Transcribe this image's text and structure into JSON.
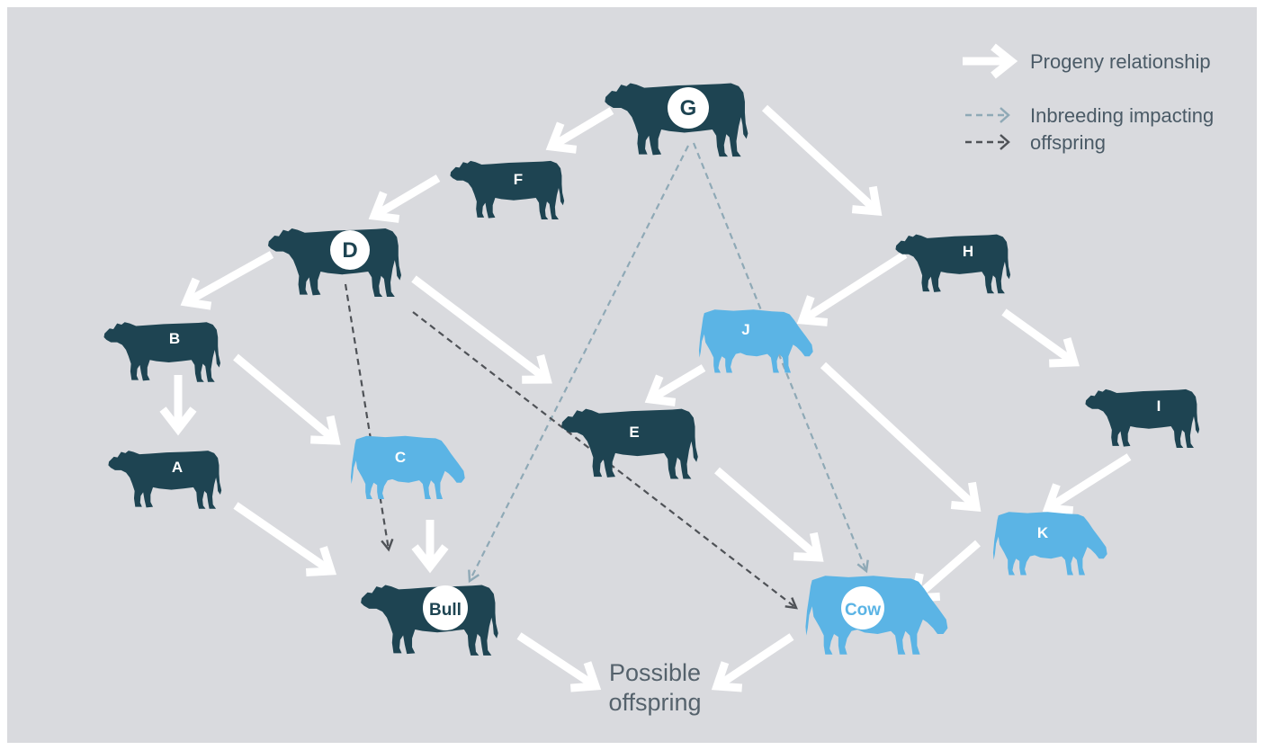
{
  "legend": {
    "progeny": "Progeny relationship",
    "inbreeding_line1": "Inbreeding impacting",
    "inbreeding_line2": "offspring"
  },
  "offspring": {
    "line1": "Possible",
    "line2": "offspring"
  },
  "colors": {
    "background": "#d9dade",
    "bull": "#1e4452",
    "cow": "#5bb4e5",
    "arrow": "#ffffff",
    "dash_light": "#8fa9b6",
    "dash_dark": "#4f5257"
  },
  "animals": [
    {
      "id": "G",
      "label": "G",
      "kind": "bull",
      "circle": true
    },
    {
      "id": "F",
      "label": "F",
      "kind": "bull",
      "circle": false
    },
    {
      "id": "D",
      "label": "D",
      "kind": "bull",
      "circle": true
    },
    {
      "id": "H",
      "label": "H",
      "kind": "bull",
      "circle": false
    },
    {
      "id": "B",
      "label": "B",
      "kind": "bull",
      "circle": false
    },
    {
      "id": "J",
      "label": "J",
      "kind": "cow",
      "circle": false
    },
    {
      "id": "I",
      "label": "I",
      "kind": "bull",
      "circle": false
    },
    {
      "id": "A",
      "label": "A",
      "kind": "bull",
      "circle": false
    },
    {
      "id": "C",
      "label": "C",
      "kind": "cow",
      "circle": false
    },
    {
      "id": "E",
      "label": "E",
      "kind": "bull",
      "circle": false
    },
    {
      "id": "K",
      "label": "K",
      "kind": "cow",
      "circle": false
    },
    {
      "id": "Bull",
      "label": "Bull",
      "kind": "bull",
      "circle": true
    },
    {
      "id": "Cow",
      "label": "Cow",
      "kind": "cow",
      "circle": true
    }
  ],
  "progeny_edges": [
    [
      "G",
      "F"
    ],
    [
      "G",
      "H"
    ],
    [
      "F",
      "D"
    ],
    [
      "D",
      "B"
    ],
    [
      "D",
      "E"
    ],
    [
      "H",
      "J"
    ],
    [
      "H",
      "I"
    ],
    [
      "B",
      "A"
    ],
    [
      "B",
      "C"
    ],
    [
      "J",
      "E"
    ],
    [
      "J",
      "K"
    ],
    [
      "I",
      "K"
    ],
    [
      "A",
      "Bull"
    ],
    [
      "C",
      "Bull"
    ],
    [
      "E",
      "Cow"
    ],
    [
      "K",
      "Cow"
    ],
    [
      "Bull",
      "Offspring"
    ],
    [
      "Cow",
      "Offspring"
    ]
  ],
  "inbreeding_edges": [
    {
      "from": "G",
      "to": "Bull",
      "style": "light"
    },
    {
      "from": "G",
      "to": "Cow",
      "style": "light"
    },
    {
      "from": "D",
      "to": "Bull",
      "style": "dark"
    },
    {
      "from": "D",
      "to": "Cow",
      "style": "dark"
    }
  ]
}
